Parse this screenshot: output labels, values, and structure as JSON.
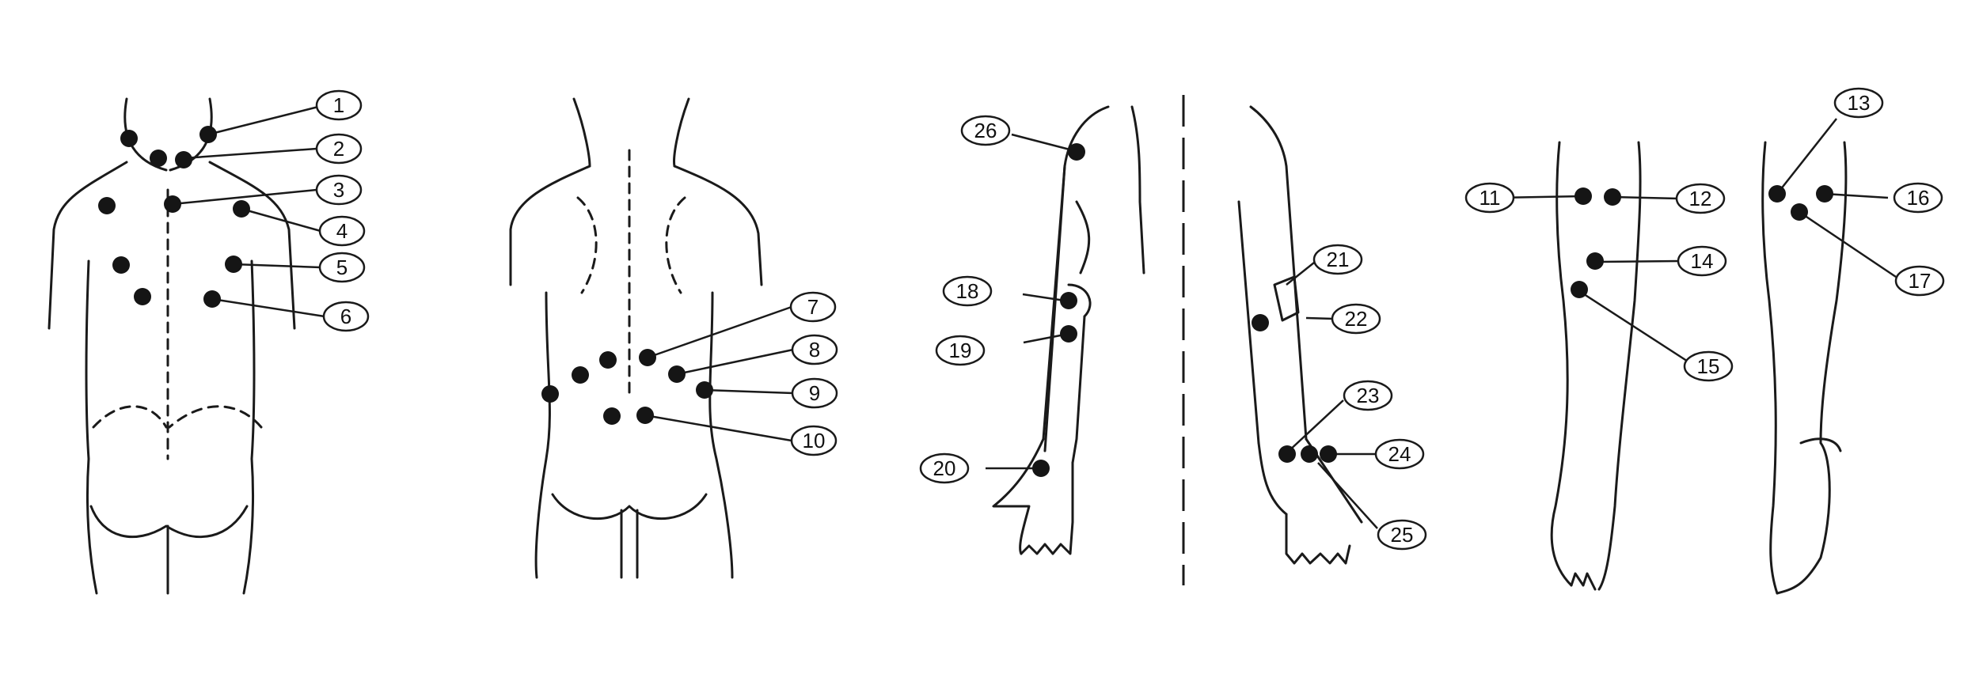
{
  "labels": {
    "p1": "1",
    "p2": "2",
    "p3": "3",
    "p4": "4",
    "p5": "5",
    "p6": "6",
    "p7": "7",
    "p8": "8",
    "p9": "9",
    "p10": "10",
    "p11": "11",
    "p12": "12",
    "p13": "13",
    "p14": "14",
    "p15": "15",
    "p16": "16",
    "p17": "17",
    "p18": "18",
    "p19": "19",
    "p20": "20",
    "p21": "21",
    "p22": "22",
    "p23": "23",
    "p24": "24",
    "p25": "25",
    "p26": "26"
  },
  "colors": {
    "ink": "#151515",
    "paper": "#ffffff"
  }
}
